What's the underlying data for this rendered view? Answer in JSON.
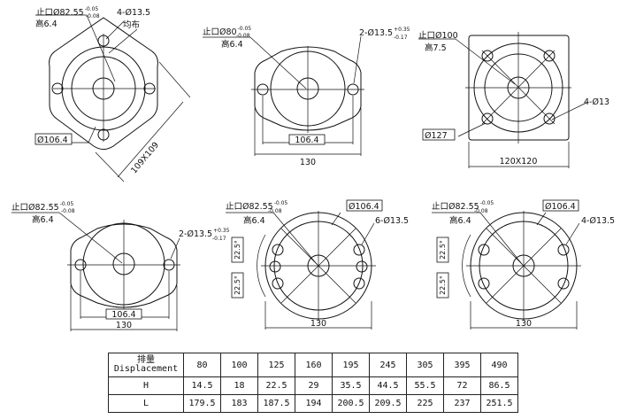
{
  "views": {
    "v1": {
      "pilot_prefix": "止口Ø82.55",
      "pilot_tol_upper": "-0.05",
      "pilot_tol_lower": "-0.08",
      "height_label": "高6.4",
      "holes_label": "4-Ø13.5",
      "even_label": "均布",
      "bolt_circle": "Ø106.4",
      "flange_size": "109X109"
    },
    "v2": {
      "pilot_prefix": "止口Ø80",
      "pilot_tol_upper": "-0.05",
      "pilot_tol_lower": "-0.08",
      "height_label": "高6.4",
      "holes_prefix": "2-Ø13.5",
      "holes_tol_upper": "+0.35",
      "holes_tol_lower": "-0.17",
      "bolt_circle": "106.4",
      "width": "130"
    },
    "v3": {
      "pilot_label": "止口Ø100",
      "height_label": "高7.5",
      "holes_label": "4-Ø13",
      "bolt_circle": "Ø127",
      "flange_size": "120X120"
    },
    "v4": {
      "pilot_prefix": "止口Ø82.55",
      "pilot_tol_upper": "-0.05",
      "pilot_tol_lower": "-0.08",
      "height_label": "高6.4",
      "holes_prefix": "2-Ø13.5",
      "holes_tol_upper": "+0.35",
      "holes_tol_lower": "-0.17",
      "bolt_circle": "106.4",
      "width": "130"
    },
    "v5": {
      "pilot_prefix": "止口Ø82.55",
      "pilot_tol_upper": "-0.05",
      "pilot_tol_lower": "-0.08",
      "height_label": "高6.4",
      "bolt_circle": "Ø106.4",
      "holes_label": "6-Ø13.5",
      "angle_top": "22.5°",
      "angle_bottom": "22.5°",
      "width": "130"
    },
    "v6": {
      "pilot_prefix": "止口Ø82.55",
      "pilot_tol_upper": "-0.05",
      "pilot_tol_lower": "-0.08",
      "height_label": "高6.4",
      "bolt_circle": "Ø106.4",
      "holes_label": "4-Ø13.5",
      "angle_top": "22.5°",
      "angle_bottom": "22.5°",
      "width": "130"
    }
  },
  "table": {
    "header_cn": "排量",
    "header_en": "Displacement",
    "displacements": [
      "80",
      "100",
      "125",
      "160",
      "195",
      "245",
      "305",
      "395",
      "490"
    ],
    "rows": [
      {
        "label": "H",
        "values": [
          "14.5",
          "18",
          "22.5",
          "29",
          "35.5",
          "44.5",
          "55.5",
          "72",
          "86.5"
        ]
      },
      {
        "label": "L",
        "values": [
          "179.5",
          "183",
          "187.5",
          "194",
          "200.5",
          "209.5",
          "225",
          "237",
          "251.5"
        ]
      }
    ]
  }
}
